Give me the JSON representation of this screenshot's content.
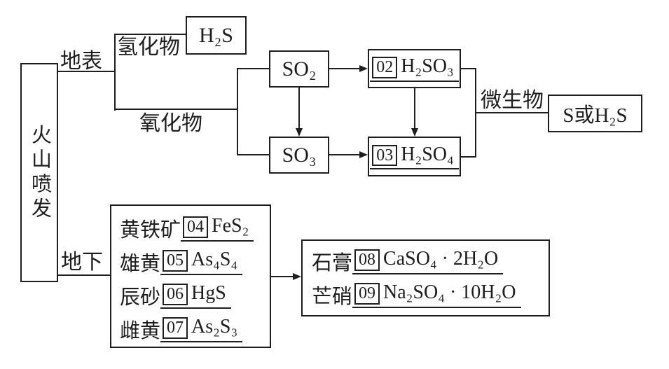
{
  "page": {
    "background": "#ffffff",
    "ink": "#1e1e1e"
  },
  "diagram": {
    "root": {
      "label": "火山喷发"
    },
    "branches": {
      "surface": "地表",
      "underground": "地下",
      "hydride": "氢化物",
      "oxide": "氧化物",
      "microbe": "微生物"
    },
    "nodes": {
      "h2s": {
        "formula": "H₂S"
      },
      "so2": {
        "formula": "SO₂"
      },
      "so3": {
        "formula": "SO₃"
      },
      "h2so3": {
        "badge": "02",
        "formula": "H₂SO₃"
      },
      "h2so4": {
        "badge": "03",
        "formula": "H₂SO₄"
      },
      "s_or_h2s": {
        "formula": "S或H₂S"
      }
    },
    "minerals": {
      "rows": [
        {
          "name": "黄铁矿",
          "badge": "04",
          "formula": "FeS₂"
        },
        {
          "name": "雄黄",
          "badge": "05",
          "formula": "As₄S₄"
        },
        {
          "name": "辰砂",
          "badge": "06",
          "formula": "HgS"
        },
        {
          "name": "雌黄",
          "badge": "07",
          "formula": "As₂S₃"
        }
      ]
    },
    "products": {
      "rows": [
        {
          "name": "石膏",
          "badge": "08",
          "formula": "CaSO₄ · 2H₂O"
        },
        {
          "name": "芒硝",
          "badge": "09",
          "formula": "Na₂SO₄ · 10H₂O"
        }
      ]
    }
  }
}
